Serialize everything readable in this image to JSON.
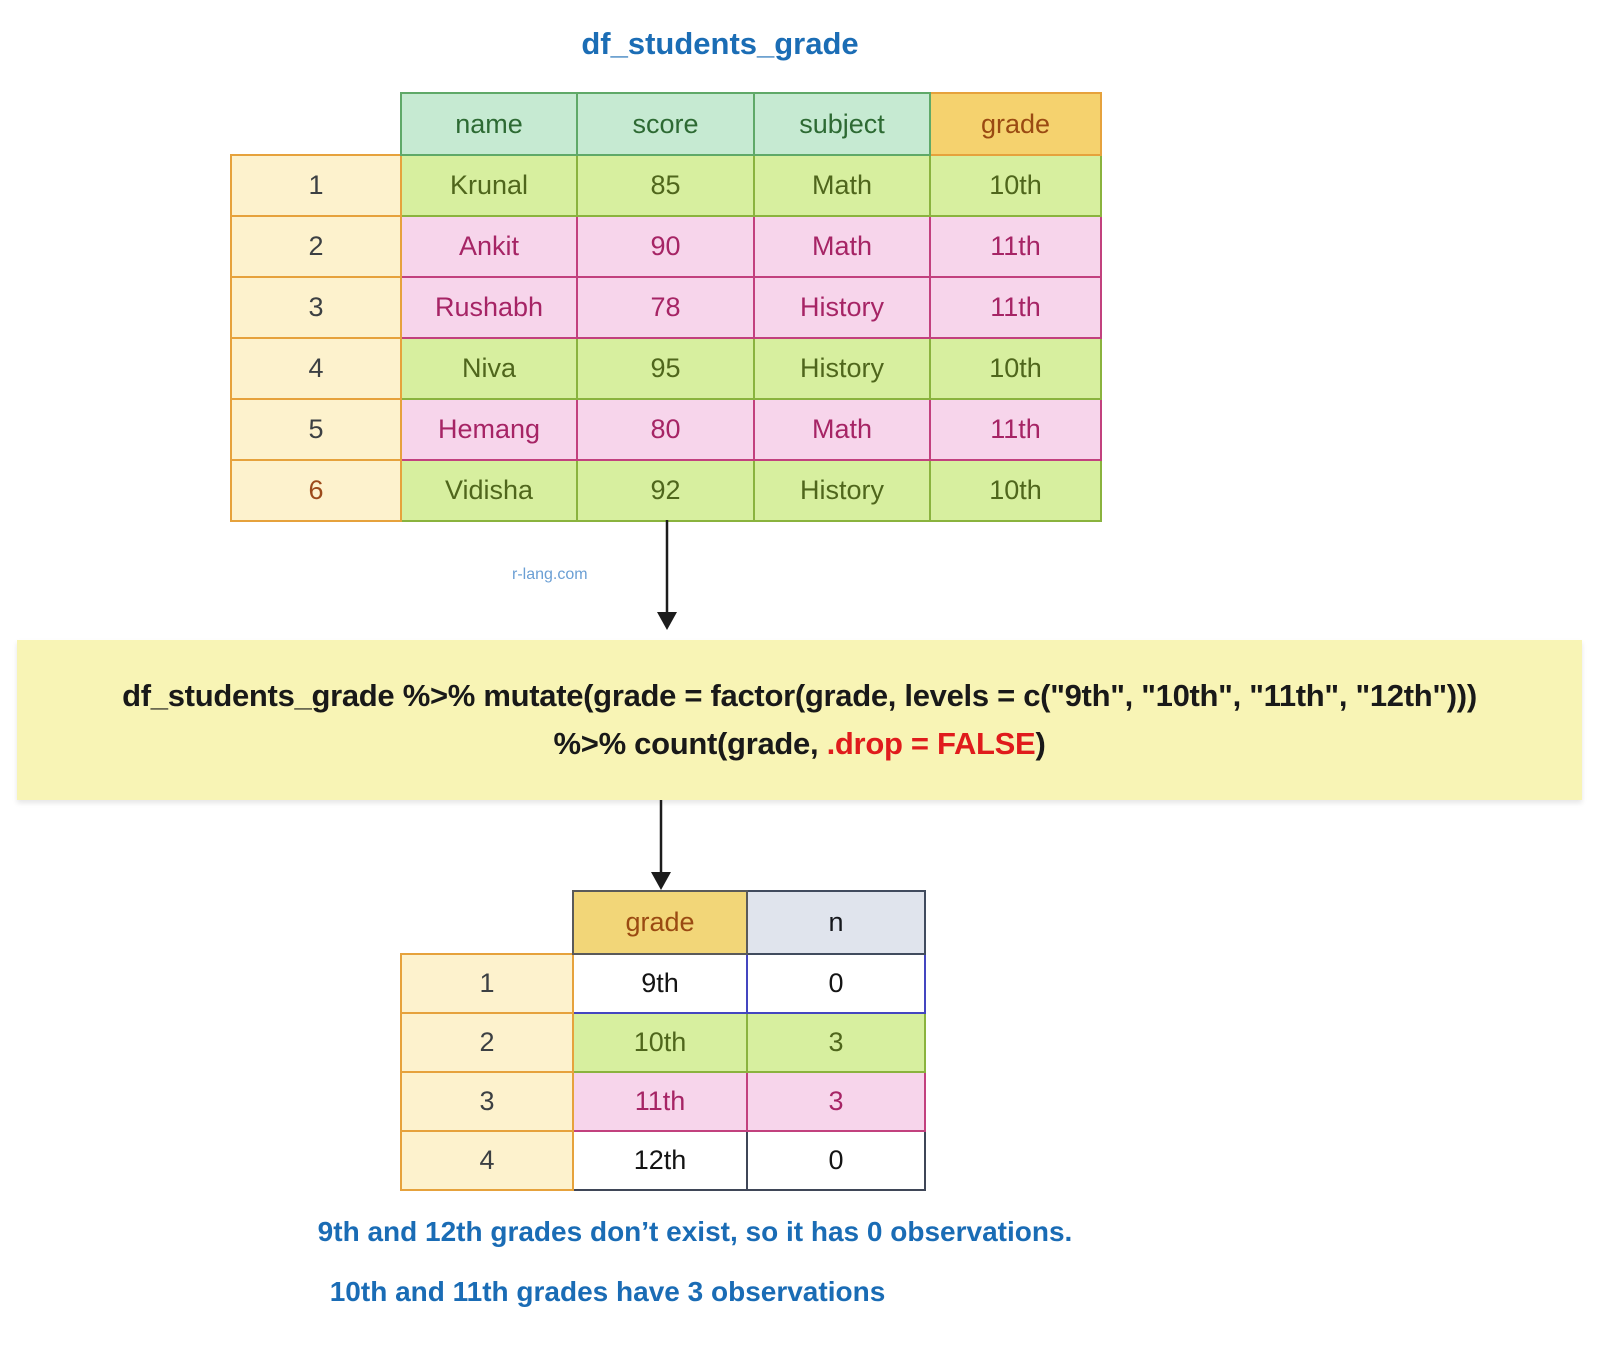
{
  "page": {
    "title": "df_students_grade",
    "watermark": "r-lang.com"
  },
  "students_table": {
    "headers": [
      "name",
      "score",
      "subject",
      "grade"
    ],
    "rows": [
      {
        "index": "1",
        "cells": [
          "Krunal",
          "85",
          "Math",
          "10th"
        ]
      },
      {
        "index": "2",
        "cells": [
          "Ankit",
          "90",
          "Math",
          "11th"
        ]
      },
      {
        "index": "3",
        "cells": [
          "Rushabh",
          "78",
          "History",
          "11th"
        ]
      },
      {
        "index": "4",
        "cells": [
          "Niva",
          "95",
          "History",
          "10th"
        ]
      },
      {
        "index": "5",
        "cells": [
          "Hemang",
          "80",
          "Math",
          "11th"
        ]
      },
      {
        "index": "6",
        "cells": [
          "Vidisha",
          "92",
          "History",
          "10th"
        ]
      }
    ]
  },
  "code": {
    "line1": "df_students_grade %>% mutate(grade = factor(grade, levels = c(\"9th\", \"10th\", \"11th\", \"12th\")))",
    "line2_before": "%>% count(grade, ",
    "line2_red": ".drop = FALSE",
    "line2_after": ")"
  },
  "result_table": {
    "headers": [
      "grade",
      "n"
    ],
    "rows": [
      {
        "index": "1",
        "cells": [
          "9th",
          "0"
        ]
      },
      {
        "index": "2",
        "cells": [
          "10th",
          "3"
        ]
      },
      {
        "index": "3",
        "cells": [
          "11th",
          "3"
        ]
      },
      {
        "index": "4",
        "cells": [
          "12th",
          "0"
        ]
      }
    ]
  },
  "notes": [
    "9th and 12th grades don’t exist, so it has 0 observations.",
    "10th and 11th grades have 3 observations"
  ],
  "colors": {
    "title_blue": "#1b6db5",
    "mint_header_bg": "#c6ead2",
    "gold_header_bg": "#f5d26e",
    "index_cell_bg": "#fdf2cd",
    "green_row_bg": "#d7ef9f",
    "green_row_text": "#4f661c",
    "pink_row_bg": "#f7d5eb",
    "pink_row_text": "#a62465",
    "code_box_bg": "#f8f4b5",
    "code_red": "#e01b1c",
    "n_header_bg": "#e0e4ed",
    "note_blue": "#1a6cb5"
  }
}
